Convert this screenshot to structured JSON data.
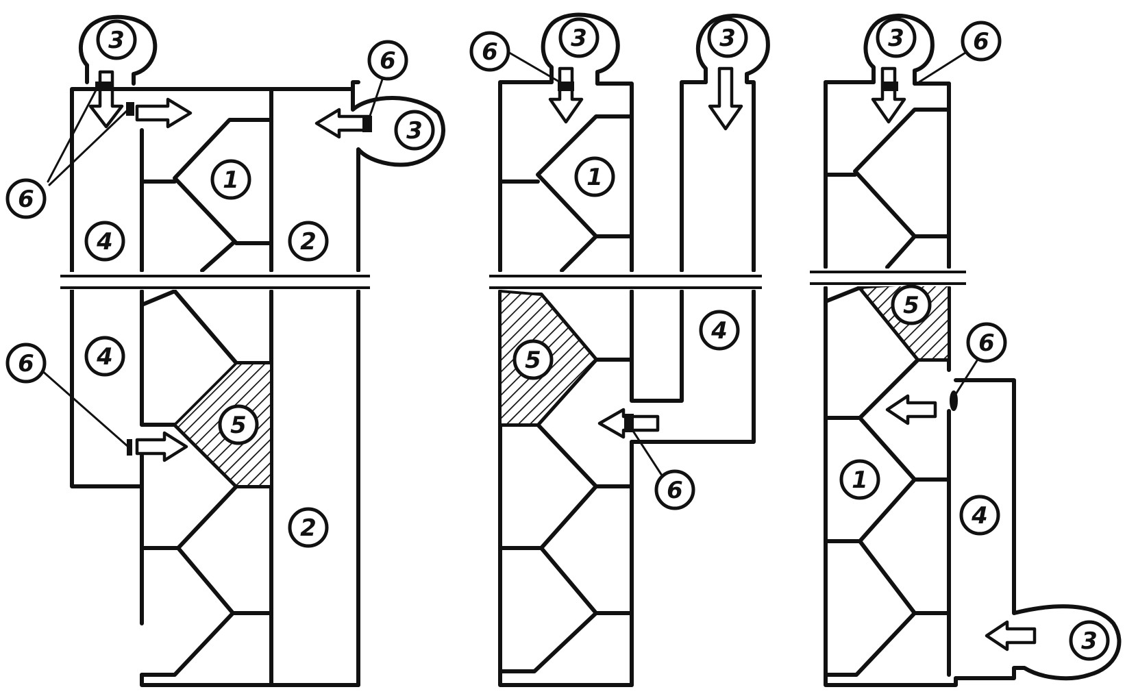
{
  "labels": {
    "cooler": "1",
    "mainDuct": "2",
    "fan": "3",
    "chamber": "4",
    "clinkerLayer": "5",
    "damper": "6"
  },
  "damperText": "6",
  "colors": {
    "line": "#111111",
    "background": "#ffffff"
  }
}
